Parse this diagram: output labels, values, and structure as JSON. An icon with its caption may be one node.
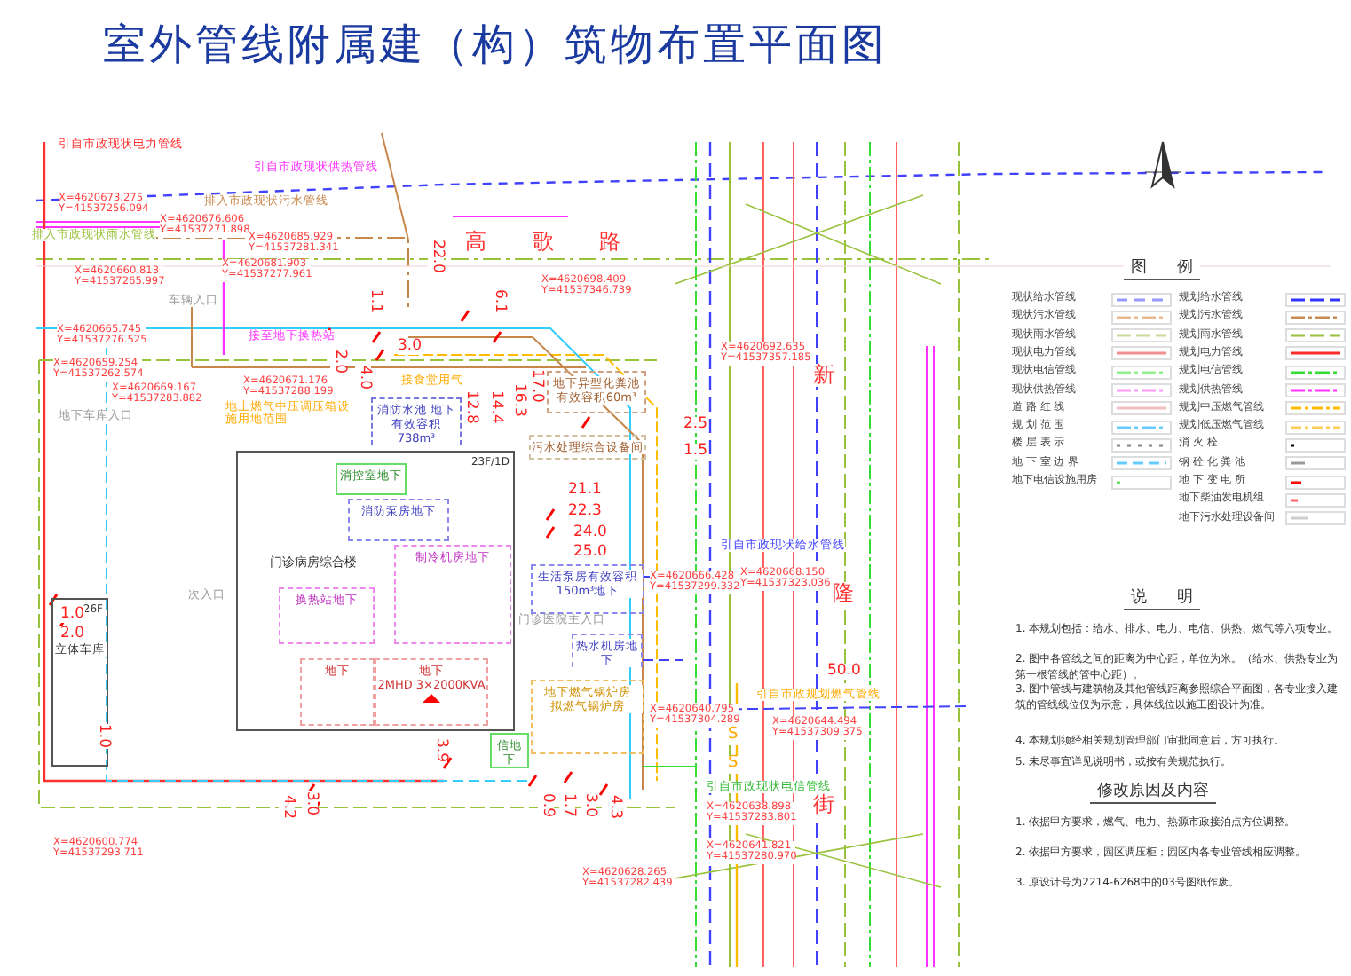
{
  "diagram": {
    "title": "室外管线附属建（构）筑物布置平面图",
    "nodes": [
      {
        "text": [
          "消防水池 地下",
          "有效容积738m³"
        ]
      },
      {
        "text": [
          "23F/1D",
          "门诊病房综合楼"
        ]
      },
      {
        "text": [
          "消控室地下"
        ],
        "in": 1
      },
      {
        "text": [
          "消防泵房地下"
        ],
        "in": 1
      },
      {
        "text": [
          "换热站地下"
        ],
        "in": 1
      },
      {
        "text": [
          "制冷机房地下"
        ],
        "in": 1
      },
      {
        "text": [
          "地下"
        ],
        "in": 1
      },
      {
        "text": [
          "地下",
          "2MHD 3×2000KVA"
        ],
        "in": 1
      },
      {
        "text": [
          "26F",
          "立体车库"
        ]
      },
      {
        "text": [
          "生活泵房有效容积150m³地下"
        ]
      },
      {
        "text": [
          "热水机房地下"
        ]
      },
      {
        "text": [
          "地下燃气锅炉房",
          "拟燃气锅炉房"
        ]
      },
      {
        "text": [
          "地下异型化粪池有效容积60m³"
        ]
      },
      {
        "text": [
          "污水处理综合设备间"
        ]
      },
      {
        "text": [
          "信地下"
        ]
      }
    ],
    "labels": [
      "引自市政现状电力管线",
      "引自市政现状供热管线",
      "X=4620673.275 Y=41537256.094",
      "排入市政现状污水管线",
      "X=4620676.606 Y=41537271.898",
      "排入市政现状雨水管线",
      "X=4620685.929 Y=41537281.341",
      "22.0",
      "高 歌 路",
      "X=4620660.813 Y=41537265.997",
      "X=4620681.903 Y=41537277.961",
      "X=4620698.409 Y=41537346.739",
      "车辆入口",
      "1.1",
      "6.1",
      "X=4620665.745 Y=41537276.525",
      "接至地下换热站",
      "3.0",
      "X=4620659.254 Y=41537262.574",
      "X=4620692.635 Y=41537357.185",
      "新",
      "X=4620671.176 Y=41537288.199",
      "2.0",
      "4.0",
      "接食堂用气",
      "12.8",
      "14.4",
      "16.3",
      "17.0",
      "X=4620669.167 Y=41537283.882",
      "地下车库入口",
      "地上燃气中压调压箱设施用地范围",
      "2.5",
      "1.5",
      "21.1",
      "22.3",
      "24.0",
      "25.0",
      "1.0",
      "2.0",
      "次入口",
      "引自市政现状给水管线",
      "X=4620666.428 Y=41537299.332",
      "X=4620668.150 Y=41537323.036",
      "隆",
      "门诊医院主入口",
      "50.0",
      "引自市政规划燃气管线",
      "X=4620640.795 Y=41537304.289",
      "X=4620644.494 Y=41537309.375",
      "S",
      "S",
      "1.0",
      "3.9",
      "4.2",
      "3.0",
      "0.9",
      "1.7",
      "3.0",
      "4.3",
      "引自市政现状电信管线",
      "X=4620638.898 Y=41537283.801",
      "街",
      "X=4620600.774 Y=41537293.711",
      "X=4620641.821 Y=41537280.970",
      "X=4620628.265 Y=41537282.439",
      "图 例",
      "说 明",
      "1. 本规划包括：给水、排水、电力、电信、供热、燃气等六项专业。",
      "2. 图中各管线之间的距离为中心距，单位为米。（给水、供热专业为第一根管线的管中心距）。",
      "3. 图中管线与建筑物及其他管线距离参照综合平面图，各专业接入建筑的管线线位仅为示意，具体线位以施工图设计为准。",
      "4. 本规划须经相关规划管理部门审批同意后，方可执行。",
      "5. 未尽事宜详见说明书，或按有关规范执行。",
      "修改原因及内容",
      "1. 依据甲方要求，燃气、电力、热源市政接泊点方位调整。",
      "2. 依据甲方要求，园区调压柜；园区内各专业管线相应调整。",
      "3. 原设计号为2214-6268中的03号图纸作废。"
    ],
    "legend": [
      {
        "text": "现状给水管线"
      },
      {
        "text": "现状污水管线"
      },
      {
        "text": "现状雨水管线"
      },
      {
        "text": "现状电力管线"
      },
      {
        "text": "现状电信管线"
      },
      {
        "text": "现状供热管线"
      },
      {
        "text": "道 路 红 线"
      },
      {
        "text": "规 划 范 围"
      },
      {
        "text": "楼 层 表 示"
      },
      {
        "text": "地 下 室 边 界"
      },
      {
        "text": "地下电信设施用房"
      },
      {
        "text": "规划给水管线"
      },
      {
        "text": "规划污水管线"
      },
      {
        "text": "规划雨水管线"
      },
      {
        "text": "规划电力管线"
      },
      {
        "text": "规划电信管线"
      },
      {
        "text": "规划供热管线"
      },
      {
        "text": "规划中压燃气管线"
      },
      {
        "text": "规划低压燃气管线"
      },
      {
        "text": "消 火 栓"
      },
      {
        "text": "钢 砼 化 粪 池"
      },
      {
        "text": "地 下 变 电 所"
      },
      {
        "text": "地下柴油发电机组"
      },
      {
        "text": "地下污水处理设备间"
      }
    ]
  }
}
